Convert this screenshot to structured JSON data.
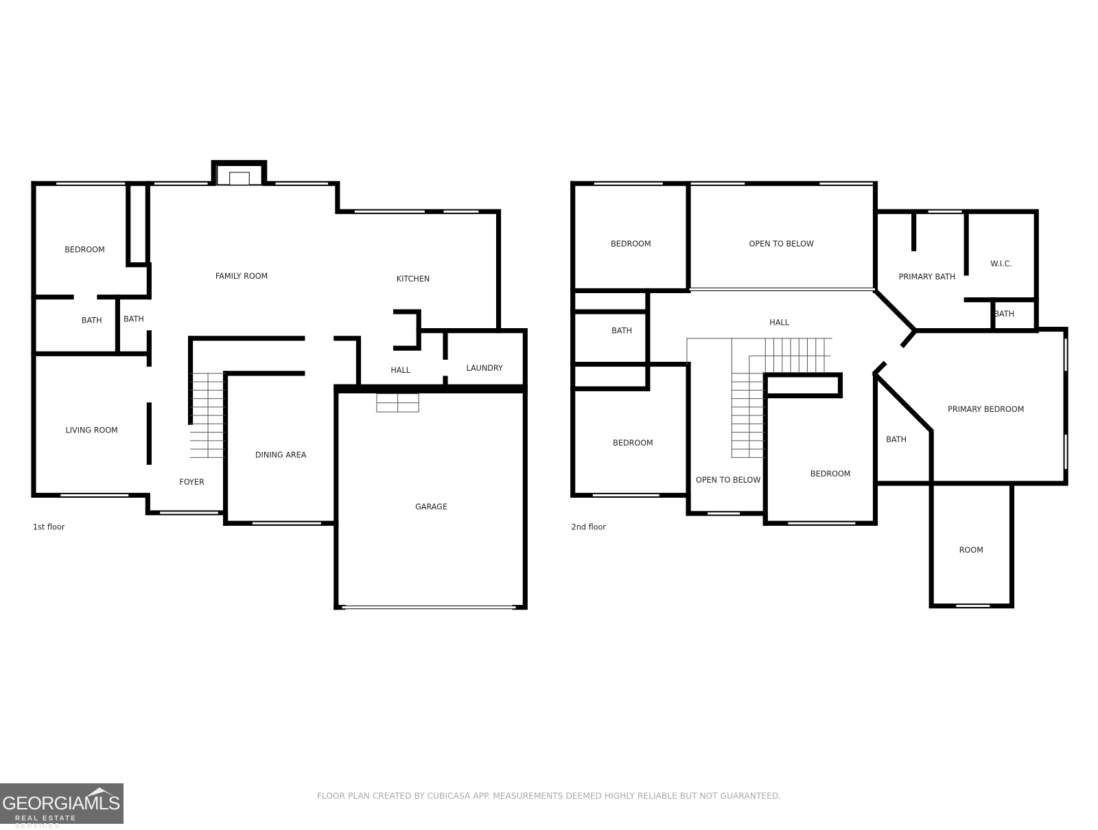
{
  "floors": [
    {
      "name": "1st floor",
      "rooms": [
        "BEDROOM",
        "FAMILY ROOM",
        "KITCHEN",
        "BATH",
        "BATH",
        "HALL",
        "LAUNDRY",
        "LIVING ROOM",
        "DINING AREA",
        "FOYER",
        "GARAGE"
      ]
    },
    {
      "name": "2nd floor",
      "rooms": [
        "BEDROOM",
        "OPEN TO BELOW",
        "PRIMARY BATH",
        "W.I.C.",
        "HALL",
        "BATH",
        "BATH",
        "PRIMARY BEDROOM",
        "BEDROOM",
        "BATH",
        "OPEN TO BELOW",
        "BEDROOM",
        "ROOM"
      ]
    }
  ],
  "disclaimer": "FLOOR PLAN CREATED BY CUBICASA APP. MEASUREMENTS DEEMED HIGHLY RELIABLE BUT NOT GUARANTEED.",
  "logo": {
    "text": "GEORGIAMLS",
    "tagline": "REAL ESTATE SERVICES"
  },
  "colors": {
    "wall": "#000000",
    "logo_bg": "#6b6b6b"
  }
}
